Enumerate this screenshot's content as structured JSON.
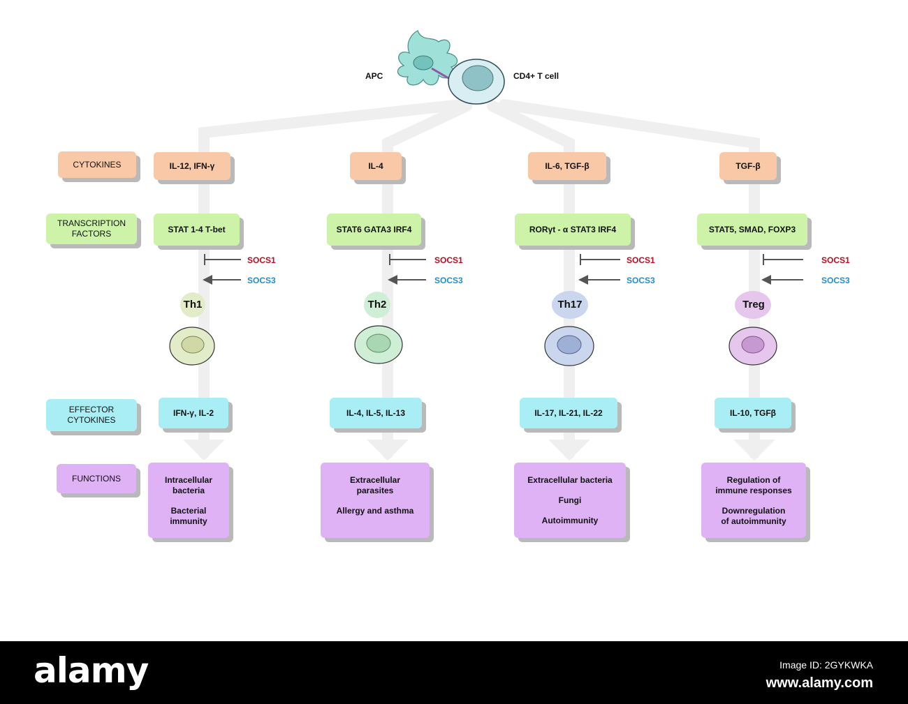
{
  "header": {
    "apc_label": "APC",
    "tcell_label": "CD4+  T cell"
  },
  "row_labels": {
    "cytokines": "CYTOKINES",
    "transcription": "TRANSCRIPTION\nFACTORS",
    "effector": "EFFECTOR\nCYTOKINES",
    "functions": "FUNCTIONS"
  },
  "subsets": [
    {
      "name": "Th1",
      "cytokines": "IL-12, IFN-γ",
      "tf": "STAT 1-4 T-bet",
      "effector": "IFN-γ, IL-2",
      "functions": [
        "Intracellular\nbacteria",
        "Bacterial\nimmunity"
      ],
      "color": "#e3ecc8"
    },
    {
      "name": "Th2",
      "cytokines": "IL-4",
      "tf": "STAT6 GATA3 IRF4",
      "effector": "IL-4, IL-5, IL-13",
      "functions": [
        "Extracellular\nparasites",
        "Allergy and asthma"
      ],
      "color": "#cfeed6"
    },
    {
      "name": "Th17",
      "cytokines": "IL-6, TGF-β",
      "tf": "RORγt - α  STAT3 IRF4",
      "effector": "IL-17, IL-21, IL-22",
      "functions": [
        "Extracellular bacteria",
        "Fungi",
        "Autoimmunity"
      ],
      "color": "#c9d6ee"
    },
    {
      "name": "Treg",
      "cytokines": "TGF-β",
      "tf": "STAT5, SMAD, FOXP3",
      "effector": "IL-10, TGFβ",
      "functions": [
        "Regulation of\nimmune responses",
        "Downregulation\nof autoimmunity"
      ],
      "color": "#e6c6ec"
    }
  ],
  "socs": {
    "inhibit": "SOCS1",
    "activate": "SOCS3"
  },
  "colors": {
    "socs1": "#c00a1c",
    "socs3": "#1f8fcf",
    "cytokine_box": "#f9c9a7",
    "tf_box": "#ccf3a8",
    "effector_box": "#a9eef5",
    "function_box": "#deb2f5"
  },
  "footer": {
    "brand": "alamy",
    "image_id": "Image ID: 2GYKWKA",
    "url": "www.alamy.com"
  }
}
